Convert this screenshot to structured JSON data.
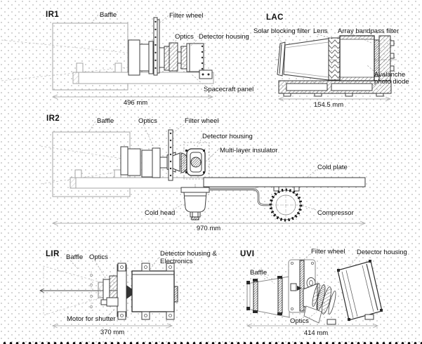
{
  "sections": {
    "ir1": {
      "title": "IR1",
      "labels": {
        "baffle": "Baffle",
        "filter_wheel": "Filter wheel",
        "optics": "Optics",
        "detector_housing": "Detector housing",
        "spacecraft_panel": "Spacecraft panel"
      },
      "dimension": "496 mm"
    },
    "lac": {
      "title": "LAC",
      "labels": {
        "solar_blocking_filter": "Solar blocking filter",
        "lens": "Lens",
        "array_bandpass_filter": "Array bandpass filter",
        "avalanche_line1": "Avalanche",
        "avalanche_line2": "photo diode"
      },
      "dimension": "154.5 mm"
    },
    "ir2": {
      "title": "IR2",
      "labels": {
        "baffle": "Baffle",
        "optics": "Optics",
        "filter_wheel": "Filter wheel",
        "detector_housing": "Detector housing",
        "multi_layer_insulator": "Multi-layer insulator",
        "cold_plate": "Cold plate",
        "cold_head": "Cold head",
        "compressor": "Compressor"
      },
      "dimension": "970 mm"
    },
    "lir": {
      "title": "LIR",
      "labels": {
        "baffle": "Baffle",
        "optics": "Optics",
        "detector_housing_line1": "Detector housing &",
        "detector_housing_line2": "Electronics",
        "motor_for_shutter": "Motor for shutter"
      },
      "dimension": "370 mm"
    },
    "uvi": {
      "title": "UVI",
      "labels": {
        "filter_wheel": "Filter wheel",
        "detector_housing": "Detector housing",
        "baffle": "Baffle",
        "optics": "Optics"
      },
      "dimension": "414 mm"
    }
  },
  "colors": {
    "background": "#ffffff",
    "dot_grid": "#c7c7c7",
    "dark_line": "#3e3e3e",
    "light_line": "#a6a6a6",
    "leader_line": "#b2b2b2",
    "text": "#101010",
    "perforation": "#050505"
  }
}
